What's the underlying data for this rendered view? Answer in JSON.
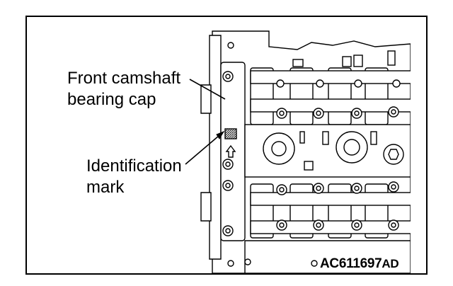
{
  "labels": {
    "front_cap_line1": "Front camshaft",
    "front_cap_line2": "bearing cap",
    "ident_line1": "Identification",
    "ident_line2": "mark"
  },
  "figure_code": {
    "main": "AC611697",
    "suffix": "AD"
  }
}
